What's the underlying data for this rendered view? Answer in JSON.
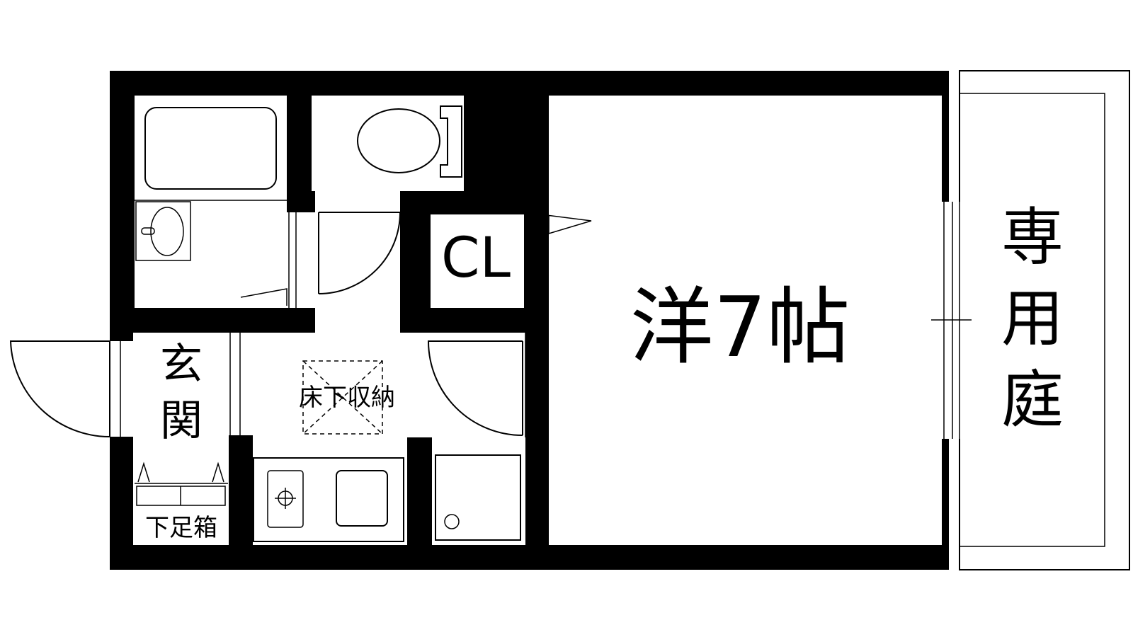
{
  "plan": {
    "room_label": "洋7帖",
    "closet_label": "CL",
    "garden_label": "専用庭",
    "entrance_label": "玄関",
    "underfloor_storage_label": "床下収納",
    "shoe_box_label": "下足箱"
  },
  "colors": {
    "wall": "#000000",
    "background": "#ffffff"
  }
}
